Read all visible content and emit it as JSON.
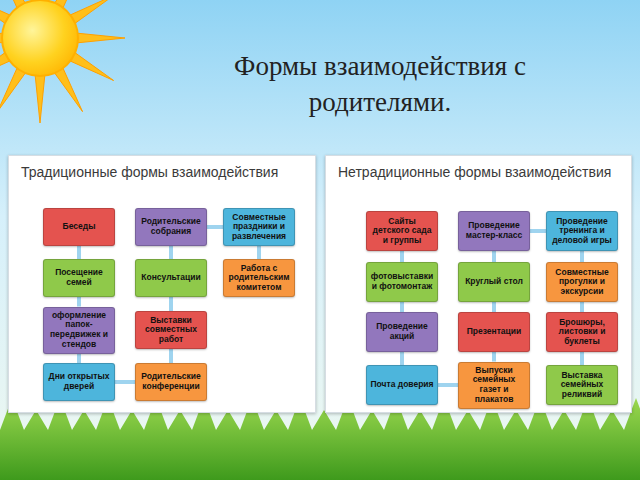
{
  "diagram": {
    "title": "Формы взаимодействия с родителями.",
    "nodes": [
      {
        "text": [
          "Традиционные формы взаимодействия"
        ]
      },
      {
        "text": [
          "Беседы"
        ],
        "in": 0
      },
      {
        "text": [
          "Родительские собрания"
        ],
        "in": 0
      },
      {
        "text": [
          "Совместные праздники и развлечения"
        ],
        "in": 0
      },
      {
        "text": [
          "Посещение семей"
        ],
        "in": 0
      },
      {
        "text": [
          "Консультации"
        ],
        "in": 0
      },
      {
        "text": [
          "Работа с родительским комитетом"
        ],
        "in": 0
      },
      {
        "text": [
          "оформление папок-передвижек и стендов"
        ],
        "in": 0
      },
      {
        "text": [
          "Выставки совместных работ"
        ],
        "in": 0
      },
      {
        "text": [
          "Дни открытых дверей"
        ],
        "in": 0
      },
      {
        "text": [
          "Родительские конференции"
        ],
        "in": 0
      },
      {
        "text": [
          "Нетрадиционные формы взаимодействия"
        ]
      },
      {
        "text": [
          "Сайты детского сада и группы"
        ],
        "in": 11
      },
      {
        "text": [
          "Проведение мастер-класс"
        ],
        "in": 11
      },
      {
        "text": [
          "Проведение тренинга и деловой игры"
        ],
        "in": 11
      },
      {
        "text": [
          "фотовыставки и фотомонтаж"
        ],
        "in": 11
      },
      {
        "text": [
          "Круглый стол"
        ],
        "in": 11
      },
      {
        "text": [
          "Совместные прогулки и экскурсии"
        ],
        "in": 11
      },
      {
        "text": [
          "Проведение акций"
        ],
        "in": 11
      },
      {
        "text": [
          "Презентации"
        ],
        "in": 11
      },
      {
        "text": [
          "Брошюры, листовки и буклеты"
        ],
        "in": 11
      },
      {
        "text": [
          "Почта доверия"
        ],
        "in": 11
      },
      {
        "text": [
          "Выпуски семейных газет и плакатов"
        ],
        "in": 11
      },
      {
        "text": [
          "Выставка семейных реликвий"
        ],
        "in": 11
      }
    ],
    "edges": [
      {
        "from": 1,
        "to": 4,
        "arrow": "none"
      },
      {
        "from": 4,
        "to": 7,
        "arrow": "none"
      },
      {
        "from": 7,
        "to": 9,
        "arrow": "none"
      },
      {
        "from": 9,
        "to": 10,
        "arrow": "none"
      },
      {
        "from": 10,
        "to": 8,
        "arrow": "none"
      },
      {
        "from": 8,
        "to": 5,
        "arrow": "none"
      },
      {
        "from": 5,
        "to": 2,
        "arrow": "none"
      },
      {
        "from": 2,
        "to": 3,
        "arrow": "none"
      },
      {
        "from": 3,
        "to": 6,
        "arrow": "none"
      },
      {
        "from": 12,
        "to": 15,
        "arrow": "none"
      },
      {
        "from": 15,
        "to": 18,
        "arrow": "none"
      },
      {
        "from": 18,
        "to": 21,
        "arrow": "none"
      },
      {
        "from": 21,
        "to": 22,
        "arrow": "none"
      },
      {
        "from": 22,
        "to": 19,
        "arrow": "none"
      },
      {
        "from": 19,
        "to": 16,
        "arrow": "none"
      },
      {
        "from": 16,
        "to": 13,
        "arrow": "none"
      },
      {
        "from": 13,
        "to": 14,
        "arrow": "none"
      },
      {
        "from": 14,
        "to": 17,
        "arrow": "none"
      },
      {
        "from": 17,
        "to": 20,
        "arrow": "none"
      },
      {
        "from": 20,
        "to": 23,
        "arrow": "none"
      }
    ]
  }
}
